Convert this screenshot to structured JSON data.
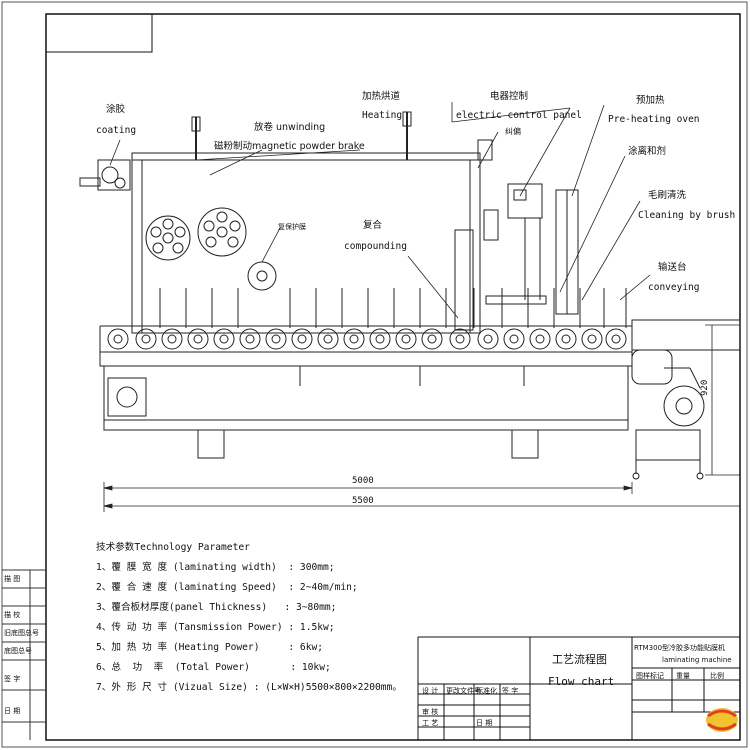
{
  "labels": {
    "coating_cn": "涂胶",
    "coating_en": "coating",
    "unwinding": "放卷 unwinding",
    "magnetic": "磁粉制动magnetic powder brake",
    "heating_cn": "加热烘道",
    "heating_en": "Heating",
    "electric_cn": "电器控制",
    "electric_en": "electric control panel",
    "adjust_cn": "纠偏",
    "preheat_cn": "预加热",
    "preheat_en": "Pre-heating oven",
    "release_cn": "涂离和剂",
    "brush_cn": "毛刷清洗",
    "brush_en": "Cleaning by brush",
    "compound_cn": "复合",
    "compound_en": "compounding",
    "protect_cn": "复保护膜",
    "convey_cn": "输送台",
    "convey_en": "conveying"
  },
  "dimensions": {
    "d5000": "5000",
    "d5500": "5500",
    "d920": "920"
  },
  "tech": {
    "title": "技术参数Technology Parameter",
    "rows": [
      "1、覆 膜 宽 度 (laminating width)  : 300mm;",
      "2、覆 合 速 度 (laminating Speed)  : 2~40m/min;",
      "3、覆合板材厚度(panel Thickness)   : 3~80mm;",
      "4、传 动 功 率 (Tansmission Power) : 1.5kw;",
      "5、加 热 功 率 (Heating Power)     : 6kw;",
      "6、总  功  率  (Total Power)       : 10kw;",
      "7、外 形 尺 寸 (Vizual Size) : (L×W×H)5500×800×2200mm。"
    ]
  },
  "titleblock": {
    "flow_cn": "工艺流程图",
    "flow_en": "Flow chart",
    "model": "RTM300型冷胶多功能贴膜机",
    "model_en": "laminating machine",
    "cells": [
      "图样标记",
      "重量",
      "比例",
      "设 计",
      "标准化",
      "审 核",
      "工 艺",
      "日 期",
      "更改文件号",
      "签 字"
    ]
  },
  "left_cells": [
    "描 图",
    "描 校",
    "旧底图总号",
    "底图总号",
    "签 字",
    "日 期"
  ]
}
